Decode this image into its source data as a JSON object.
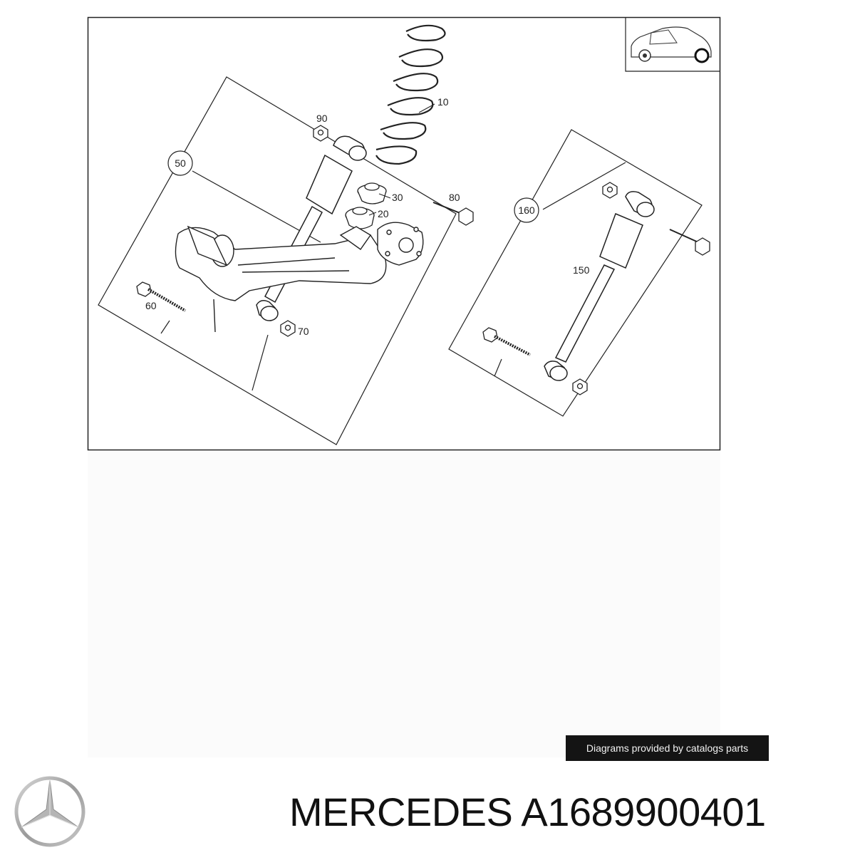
{
  "diagram": {
    "parts": {
      "p10": "10",
      "p20": "20",
      "p30": "30",
      "p50": "50",
      "p60": "60",
      "p70": "70",
      "p80": "80",
      "p90": "90",
      "p150": "150",
      "p160": "160"
    },
    "icon": "car-rear-axle-icon"
  },
  "credit": "Diagrams provided by catalogs parts",
  "brand": {
    "title": "MERCEDES A1689900401",
    "logo": "mercedes-star-logo"
  }
}
